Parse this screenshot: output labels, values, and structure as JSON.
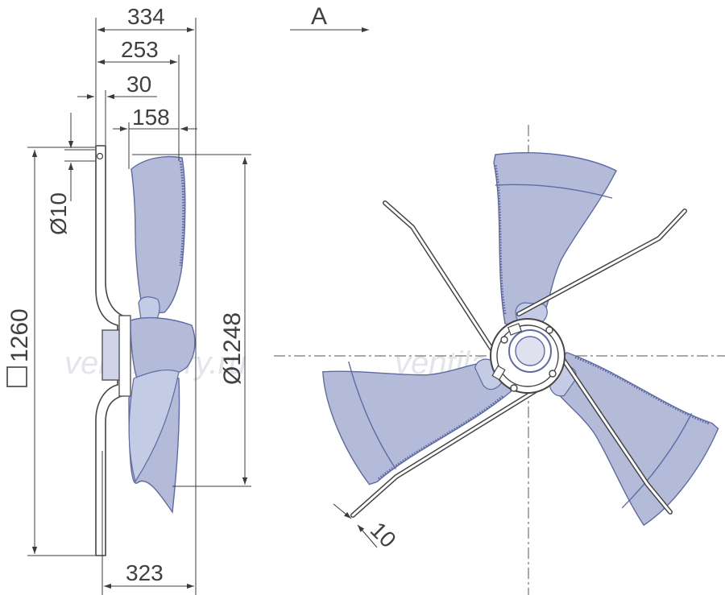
{
  "dimensions": {
    "overall_depth": "334",
    "blade_to_mount": "253",
    "mount_offset": "30",
    "blade_depth": "158",
    "hole_diameter": "Ø10",
    "frame_size": "1260",
    "fan_diameter": "Ø1248",
    "base_depth": "323",
    "bar_width": "10"
  },
  "view_label": "A",
  "watermarks": [
    "ventilatory.ru",
    "ventilatory.ru"
  ],
  "colors": {
    "blade_fill": "#b3bbd9",
    "blade_outline": "#5f6aa5",
    "frame_line": "#444444",
    "dimension_line": "#3c3c3c"
  },
  "icons": {
    "square_symbol": "square-icon",
    "view_arrow": "arrow-right-icon"
  }
}
